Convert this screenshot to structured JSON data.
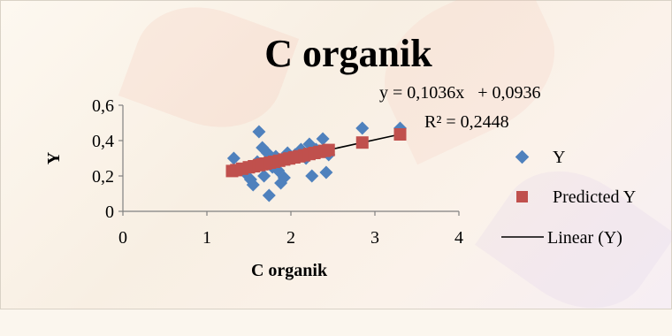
{
  "chart_data": {
    "type": "scatter",
    "title": "C organik",
    "xlabel": "C organik",
    "ylabel": "Y",
    "xlim": [
      0,
      4
    ],
    "ylim": [
      0,
      0.6
    ],
    "x_ticks": [
      "0",
      "1",
      "2",
      "3",
      "4"
    ],
    "y_ticks": [
      "0",
      "0,2",
      "0,4",
      "0,6"
    ],
    "grid": false,
    "legend_position": "right",
    "series": [
      {
        "name": "Y",
        "marker": "diamond",
        "color": "#4f81bd",
        "points": [
          [
            1.32,
            0.3
          ],
          [
            1.45,
            0.22
          ],
          [
            1.52,
            0.18
          ],
          [
            1.55,
            0.15
          ],
          [
            1.6,
            0.28
          ],
          [
            1.62,
            0.45
          ],
          [
            1.66,
            0.36
          ],
          [
            1.68,
            0.2
          ],
          [
            1.72,
            0.33
          ],
          [
            1.74,
            0.09
          ],
          [
            1.78,
            0.25
          ],
          [
            1.82,
            0.31
          ],
          [
            1.85,
            0.23
          ],
          [
            1.88,
            0.16
          ],
          [
            1.92,
            0.19
          ],
          [
            1.96,
            0.33
          ],
          [
            2.0,
            0.3
          ],
          [
            2.05,
            0.32
          ],
          [
            2.12,
            0.35
          ],
          [
            2.18,
            0.3
          ],
          [
            2.22,
            0.38
          ],
          [
            2.25,
            0.2
          ],
          [
            2.3,
            0.35
          ],
          [
            2.38,
            0.41
          ],
          [
            2.42,
            0.22
          ],
          [
            2.45,
            0.32
          ],
          [
            2.85,
            0.47
          ],
          [
            3.3,
            0.47
          ]
        ]
      },
      {
        "name": "Predicted Y",
        "marker": "square",
        "color": "#c0504d",
        "points": [
          [
            1.3,
            0.228
          ],
          [
            1.35,
            0.233
          ],
          [
            1.42,
            0.241
          ],
          [
            1.5,
            0.249
          ],
          [
            1.56,
            0.255
          ],
          [
            1.62,
            0.261
          ],
          [
            1.66,
            0.266
          ],
          [
            1.7,
            0.27
          ],
          [
            1.75,
            0.275
          ],
          [
            1.8,
            0.28
          ],
          [
            1.86,
            0.286
          ],
          [
            1.92,
            0.293
          ],
          [
            1.98,
            0.299
          ],
          [
            2.04,
            0.305
          ],
          [
            2.1,
            0.311
          ],
          [
            2.16,
            0.317
          ],
          [
            2.22,
            0.324
          ],
          [
            2.28,
            0.33
          ],
          [
            2.34,
            0.336
          ],
          [
            2.4,
            0.342
          ],
          [
            2.45,
            0.347
          ],
          [
            2.85,
            0.389
          ],
          [
            3.3,
            0.435
          ]
        ]
      },
      {
        "name": "Linear (Y)",
        "type": "trendline",
        "color": "#000000",
        "slope": 0.1036,
        "intercept": 0.0936,
        "x_range": [
          1.3,
          3.3
        ]
      }
    ],
    "annotations": {
      "equation": "y = 0,1036x   + 0,0936",
      "r_squared": "R² = 0,2448"
    }
  }
}
